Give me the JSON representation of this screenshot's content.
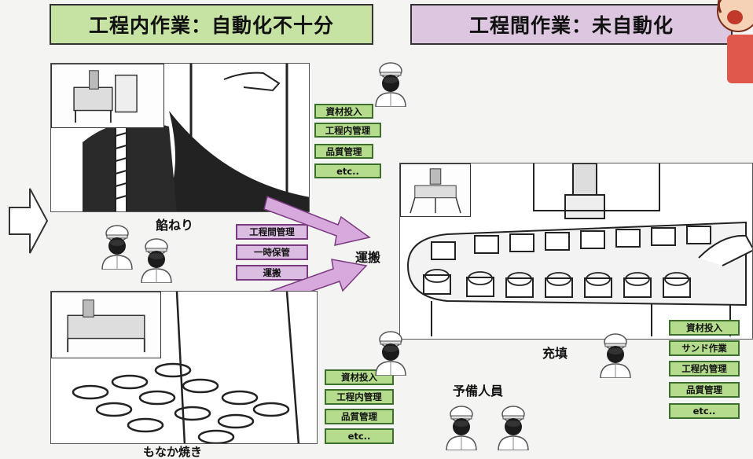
{
  "headers": {
    "left": "工程内作業：自動化不十分",
    "right": "工程間作業：未自動化"
  },
  "labels": {
    "kneading": "餡ねり",
    "monaka": "もなか焼き",
    "transport": "運搬",
    "filling": "充填",
    "reserve": "予備人員"
  },
  "tags": {
    "kneading": [
      "資材投入",
      "工程内管理",
      "品質管理",
      "etc.."
    ],
    "inter_process": [
      "工程間管理",
      "一時保管",
      "運搬"
    ],
    "monaka": [
      "資材投入",
      "工程内管理",
      "品質管理",
      "etc.."
    ],
    "filling": [
      "資材投入",
      "サンド作業",
      "工程内管理",
      "品質管理",
      "etc.."
    ]
  },
  "colors": {
    "header_left": "#c6e3a4",
    "header_right": "#dcc6e0",
    "tag_green": "#b4dc8c",
    "tag_purple": "#dcbde2",
    "arrow_purple": "#d7a9dc"
  },
  "icons": [
    "process-flow-arrow",
    "worker-icon",
    "transport-arrow",
    "conveyor-illustration",
    "kneading-machine-illustration",
    "baking-machine-illustration",
    "surprised-person-icon"
  ]
}
